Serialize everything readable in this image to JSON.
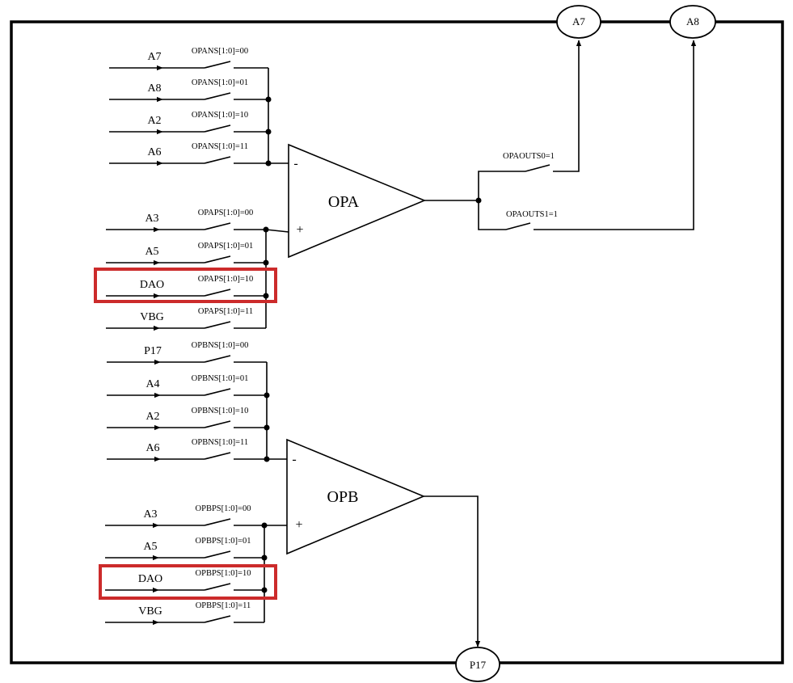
{
  "colors": {
    "line": "#000000",
    "background": "#ffffff",
    "highlight": "#cc2b2b"
  },
  "pins": {
    "a7": "A7",
    "a8": "A8",
    "p17": "P17"
  },
  "opa": {
    "label": "OPA",
    "neg_sign": "-",
    "pos_sign": "+",
    "neg_inputs": [
      {
        "signal": "A7",
        "condition": "OPANS[1:0]=00"
      },
      {
        "signal": "A8",
        "condition": "OPANS[1:0]=01"
      },
      {
        "signal": "A2",
        "condition": "OPANS[1:0]=10"
      },
      {
        "signal": "A6",
        "condition": "OPANS[1:0]=11"
      }
    ],
    "pos_inputs": [
      {
        "signal": "A3",
        "condition": "OPAPS[1:0]=00"
      },
      {
        "signal": "A5",
        "condition": "OPAPS[1:0]=01"
      },
      {
        "signal": "DAO",
        "condition": "OPAPS[1:0]=10",
        "highlighted": true
      },
      {
        "signal": "VBG",
        "condition": "OPAPS[1:0]=11"
      }
    ],
    "outputs": [
      {
        "condition": "OPAOUTS0=1",
        "target": "A7"
      },
      {
        "condition": "OPAOUTS1=1",
        "target": "A8"
      }
    ]
  },
  "opb": {
    "label": "OPB",
    "neg_sign": "-",
    "pos_sign": "+",
    "neg_inputs": [
      {
        "signal": "P17",
        "condition": "OPBNS[1:0]=00"
      },
      {
        "signal": "A4",
        "condition": "OPBNS[1:0]=01"
      },
      {
        "signal": "A2",
        "condition": "OPBNS[1:0]=10"
      },
      {
        "signal": "A6",
        "condition": "OPBNS[1:0]=11"
      }
    ],
    "pos_inputs": [
      {
        "signal": "A3",
        "condition": "OPBPS[1:0]=00"
      },
      {
        "signal": "A5",
        "condition": "OPBPS[1:0]=01"
      },
      {
        "signal": "DAO",
        "condition": "OPBPS[1:0]=10",
        "highlighted": true
      },
      {
        "signal": "VBG",
        "condition": "OPBPS[1:0]=11"
      }
    ],
    "output_target": "P17"
  }
}
